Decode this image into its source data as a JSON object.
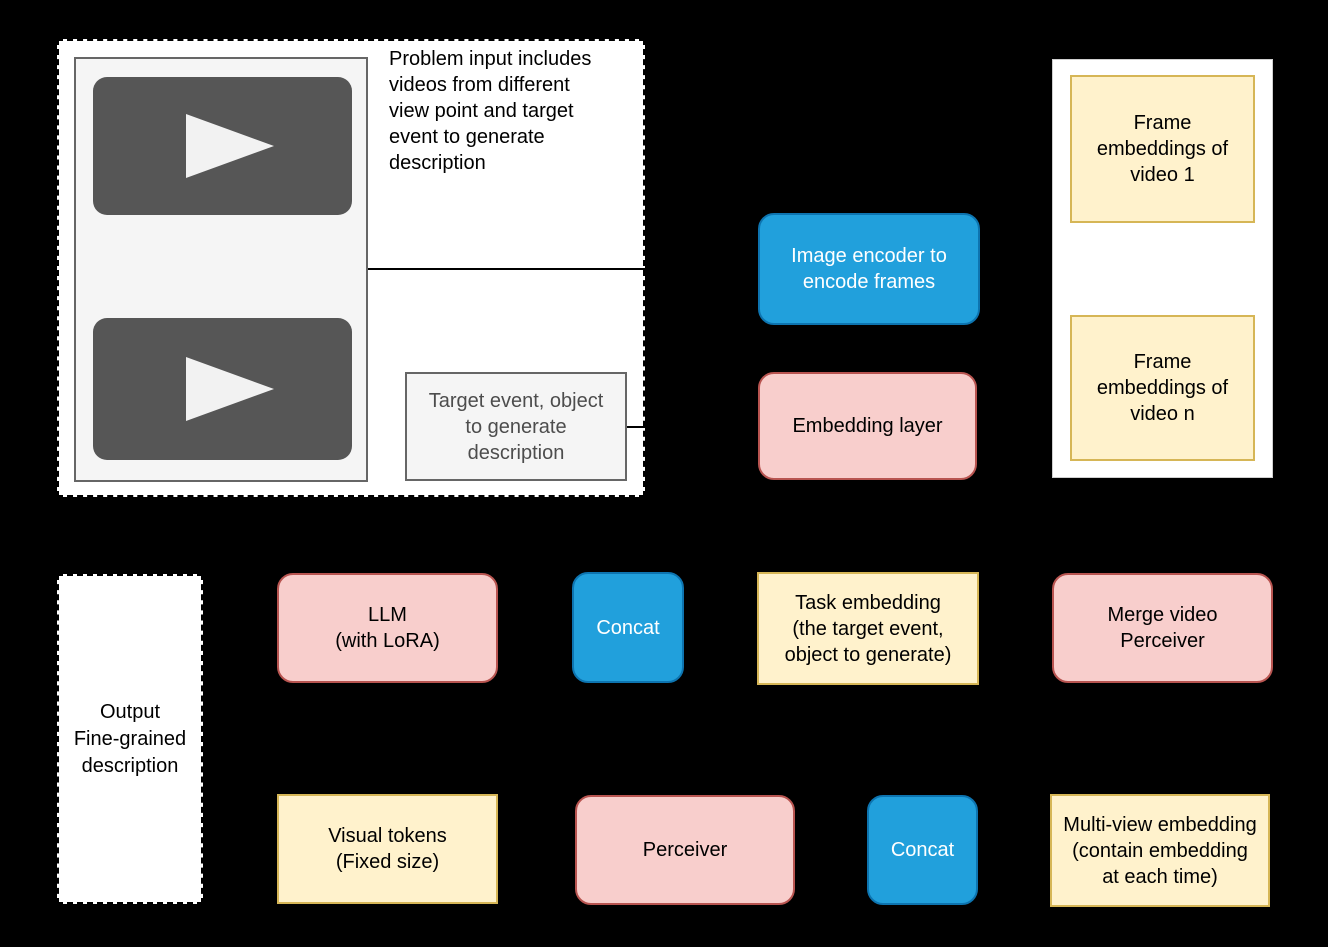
{
  "problem_input": {
    "note": "Problem input includes\nvideos from different\nview point and target\nevent to generate\ndescription",
    "target_event_box": "Target event, object\nto generate\ndescription"
  },
  "output_box": "Output\nFine-grained\ndescription",
  "nodes": {
    "image_encoder": "Image encoder to\nencode frames",
    "embedding_layer": "Embedding layer",
    "frame_embeddings_video_1": "Frame\nembeddings of\nvideo 1",
    "frame_embeddings_video_n": "Frame\nembeddings of\nvideo n",
    "llm": "LLM\n(with LoRA)",
    "concat_1": "Concat",
    "task_embedding": "Task embedding\n(the target event,\nobject to generate)",
    "merge_video_perceiver": "Merge video\nPerceiver",
    "visual_tokens": "Visual tokens\n(Fixed size)",
    "perceiver": "Perceiver",
    "concat_2": "Concat",
    "multi_view_embedding": "Multi-view embedding\n(contain embedding\nat each time)"
  },
  "colors": {
    "background": "#000000",
    "panel_fill": "#ffffff",
    "line_color": "#000000",
    "blue_fill": "#21A0DC",
    "blue_stroke": "#0D74B0",
    "pink_fill": "#F8CECC",
    "pink_stroke": "#B85450",
    "yellow_fill": "#FFF2CC",
    "yellow_stroke": "#D6B656",
    "gray_fill": "#F5F5F5",
    "gray_stroke": "#666666",
    "gray_text": "#4D4D4D",
    "video_fill": "#565656",
    "play_fill": "#F2F2F2"
  }
}
